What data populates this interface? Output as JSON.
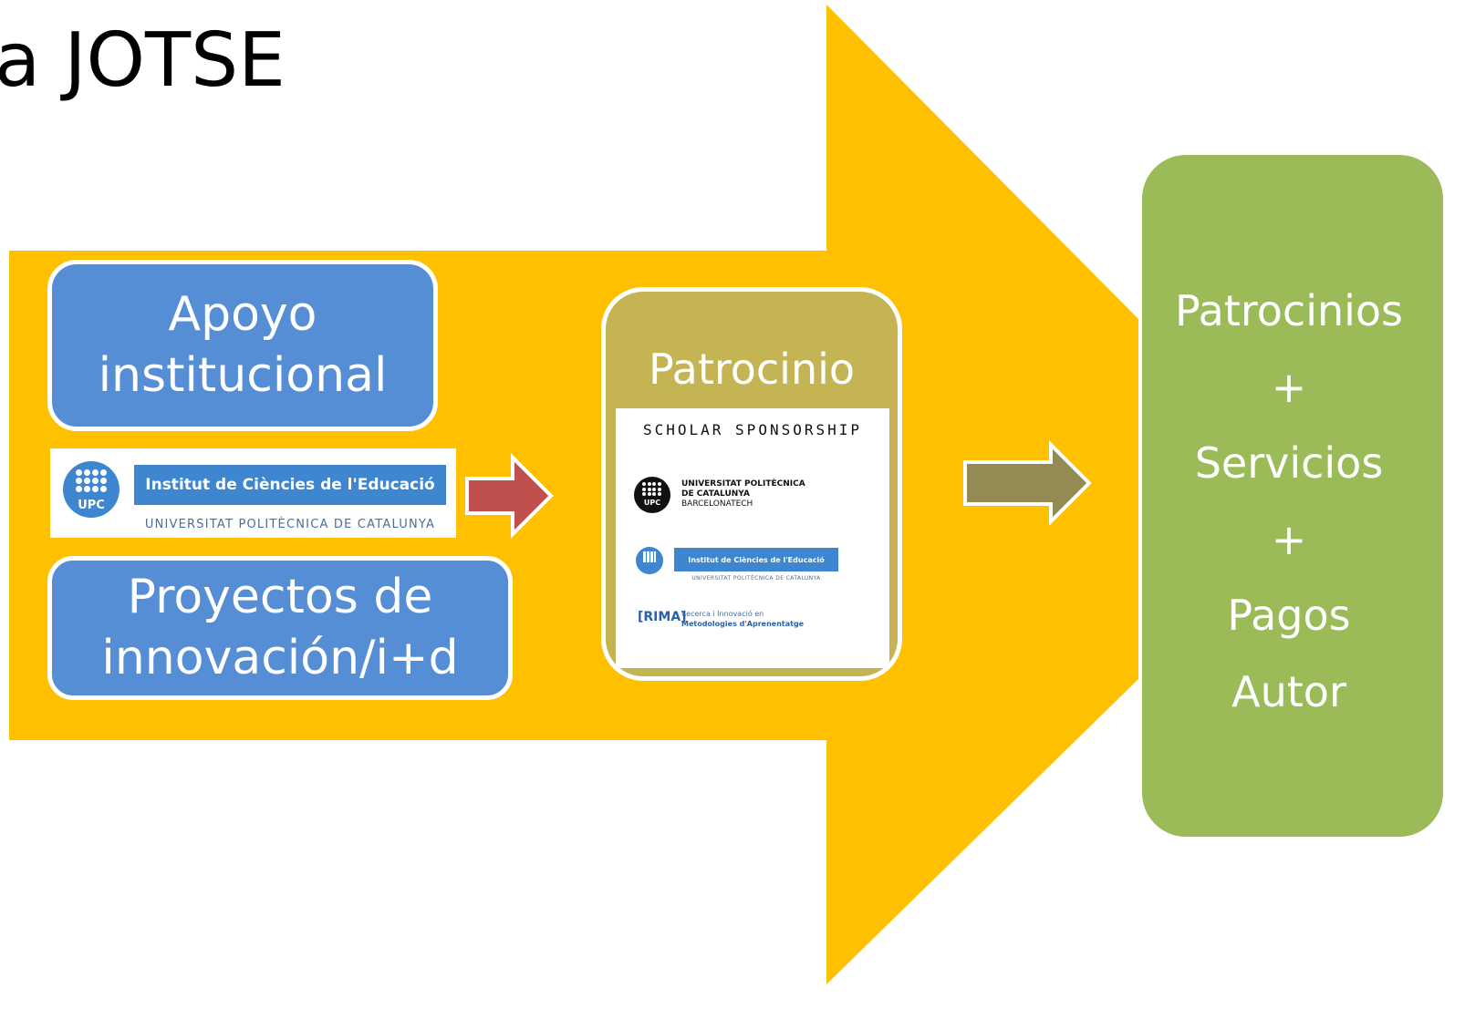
{
  "title": "a JOTSE",
  "colors": {
    "big_arrow": "#FFC000",
    "blue_box": "#558ED5",
    "sponsor_box": "#C4B454",
    "result_box": "#9BBB59",
    "red_arrow": "#C0504D",
    "olive_arrow": "#948A54"
  },
  "left_column": {
    "apoyo": [
      "Apoyo",
      "institucional"
    ],
    "logo": {
      "seal_text": "UPC",
      "band_text": "Institut de Ciències de l'Educació",
      "sub_text": "UNIVERSITAT POLITÈCNICA DE CATALUNYA"
    },
    "proyectos": [
      "Proyectos de",
      "innovación/i+d"
    ]
  },
  "middle": {
    "label": "Patrocinio",
    "panel_heading": "SCHOLAR SPONSORSHIP",
    "upc_logo": {
      "seal_text": "UPC",
      "line1": "UNIVERSITAT POLITÈCNICA",
      "line2": "DE CATALUNYA",
      "line3": "BARCELONATECH"
    },
    "ice_logo": {
      "band_text": "Institut de Ciències de l'Educació",
      "sub_text": "UNIVERSITAT POLITÈCNICA DE CATALUNYA"
    },
    "rima_logo": {
      "mark": "[RIMA]",
      "line1": "Recerca i Innovació en",
      "line2": "Metodologies d'Aprenentatge"
    }
  },
  "result": {
    "lines": [
      "Patrocinios",
      "+",
      "Servicios",
      "+",
      "Pagos",
      "Autor"
    ]
  }
}
